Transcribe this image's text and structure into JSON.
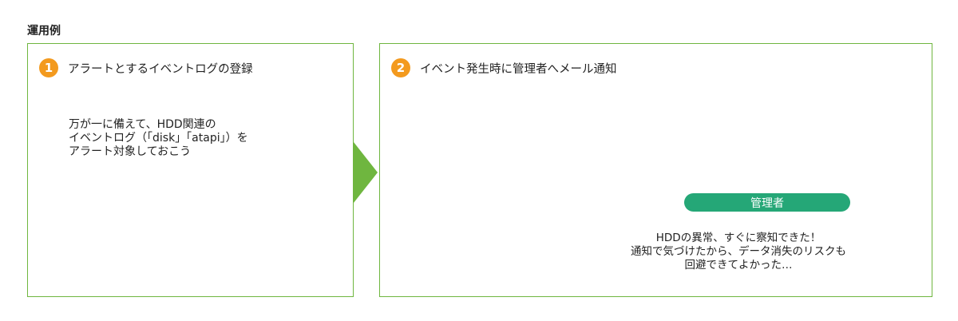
{
  "page_title": "運用例",
  "step1": {
    "number": "1",
    "title": "アラートとするイベントログの登録",
    "speech": [
      "万が一に備えて、HDD関連の",
      "イベントログ（「disk」「atapi」）を",
      "アラート対象しておこう"
    ]
  },
  "step2": {
    "number": "2",
    "title": "イベント発生時に管理者へメール通知",
    "badge": "管理者",
    "alert_mark": "!",
    "speech": [
      "HDDの異常、すぐに察知できた！",
      "通知で気づけたから、データ消失のリスクも",
      "回避できてよかった…"
    ]
  },
  "colors": {
    "frame_green": "#6fb63f",
    "step_orange": "#f39a1e",
    "badge_teal": "#25a777",
    "alert_red": "#e8383d"
  }
}
